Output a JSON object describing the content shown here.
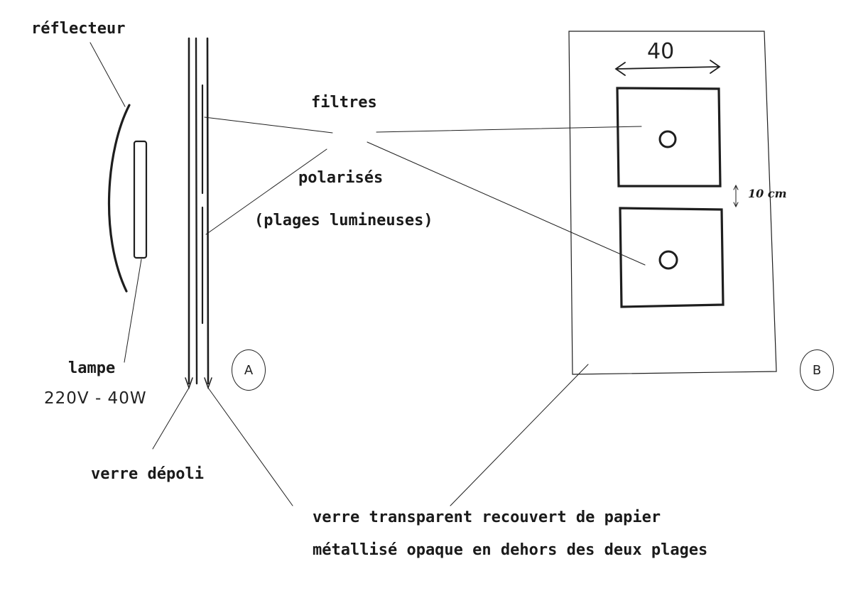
{
  "labels": {
    "reflector": "réflecteur",
    "filters": "filtres",
    "polarized": "polarisés",
    "light_areas": "(plages lumineuses)",
    "lamp": "lampe",
    "lamp_spec": "220V - 40W",
    "frosted_glass": "verre dépoli",
    "transparent_glass_line1": "verre transparent recouvert de papier",
    "transparent_glass_line2": "métallisé opaque en dehors des deux plages",
    "dimension_width": "40",
    "dimension_gap": "10 cm",
    "marker_a": "A",
    "marker_b": "B"
  }
}
